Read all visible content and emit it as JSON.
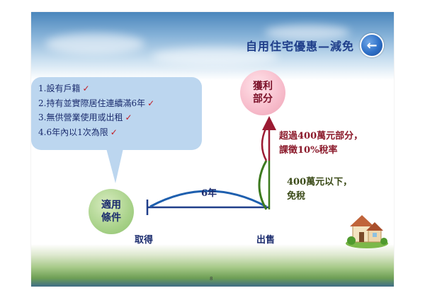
{
  "header": {
    "title": "自用住宅優惠—減免",
    "back_icon": "arrow-left-icon"
  },
  "conditions": {
    "items": [
      "1.設有戶籍",
      "2.持有並實際居住連續滿6年",
      "3.無供營業使用或出租",
      "4.6年內以1次為限"
    ],
    "check_glyph": "✓"
  },
  "diagram": {
    "conditions_circle": "適用\n條件",
    "profit_circle": "獲利\n部分",
    "duration_label": "6年",
    "acquire_label": "取得",
    "sell_label": "出售",
    "over_amount_label_line1": "超過400萬元部分，",
    "over_amount_label_line2": "課徵10%稅率",
    "under_amount_label_line1": "400萬元以下，",
    "under_amount_label_line2": "免稅"
  },
  "footer": {
    "page_number": "8"
  },
  "colors": {
    "title": "#1f3e8a",
    "text_dark": "#1b2c6e",
    "check": "#c21c24",
    "over_amount": "#8b1a2b",
    "under_amount": "#3a4a17",
    "timeline": "#1f3e8a",
    "arc": "#1e5fae",
    "green_arc": "#3d7a1f",
    "red_arc": "#9b1b33"
  }
}
